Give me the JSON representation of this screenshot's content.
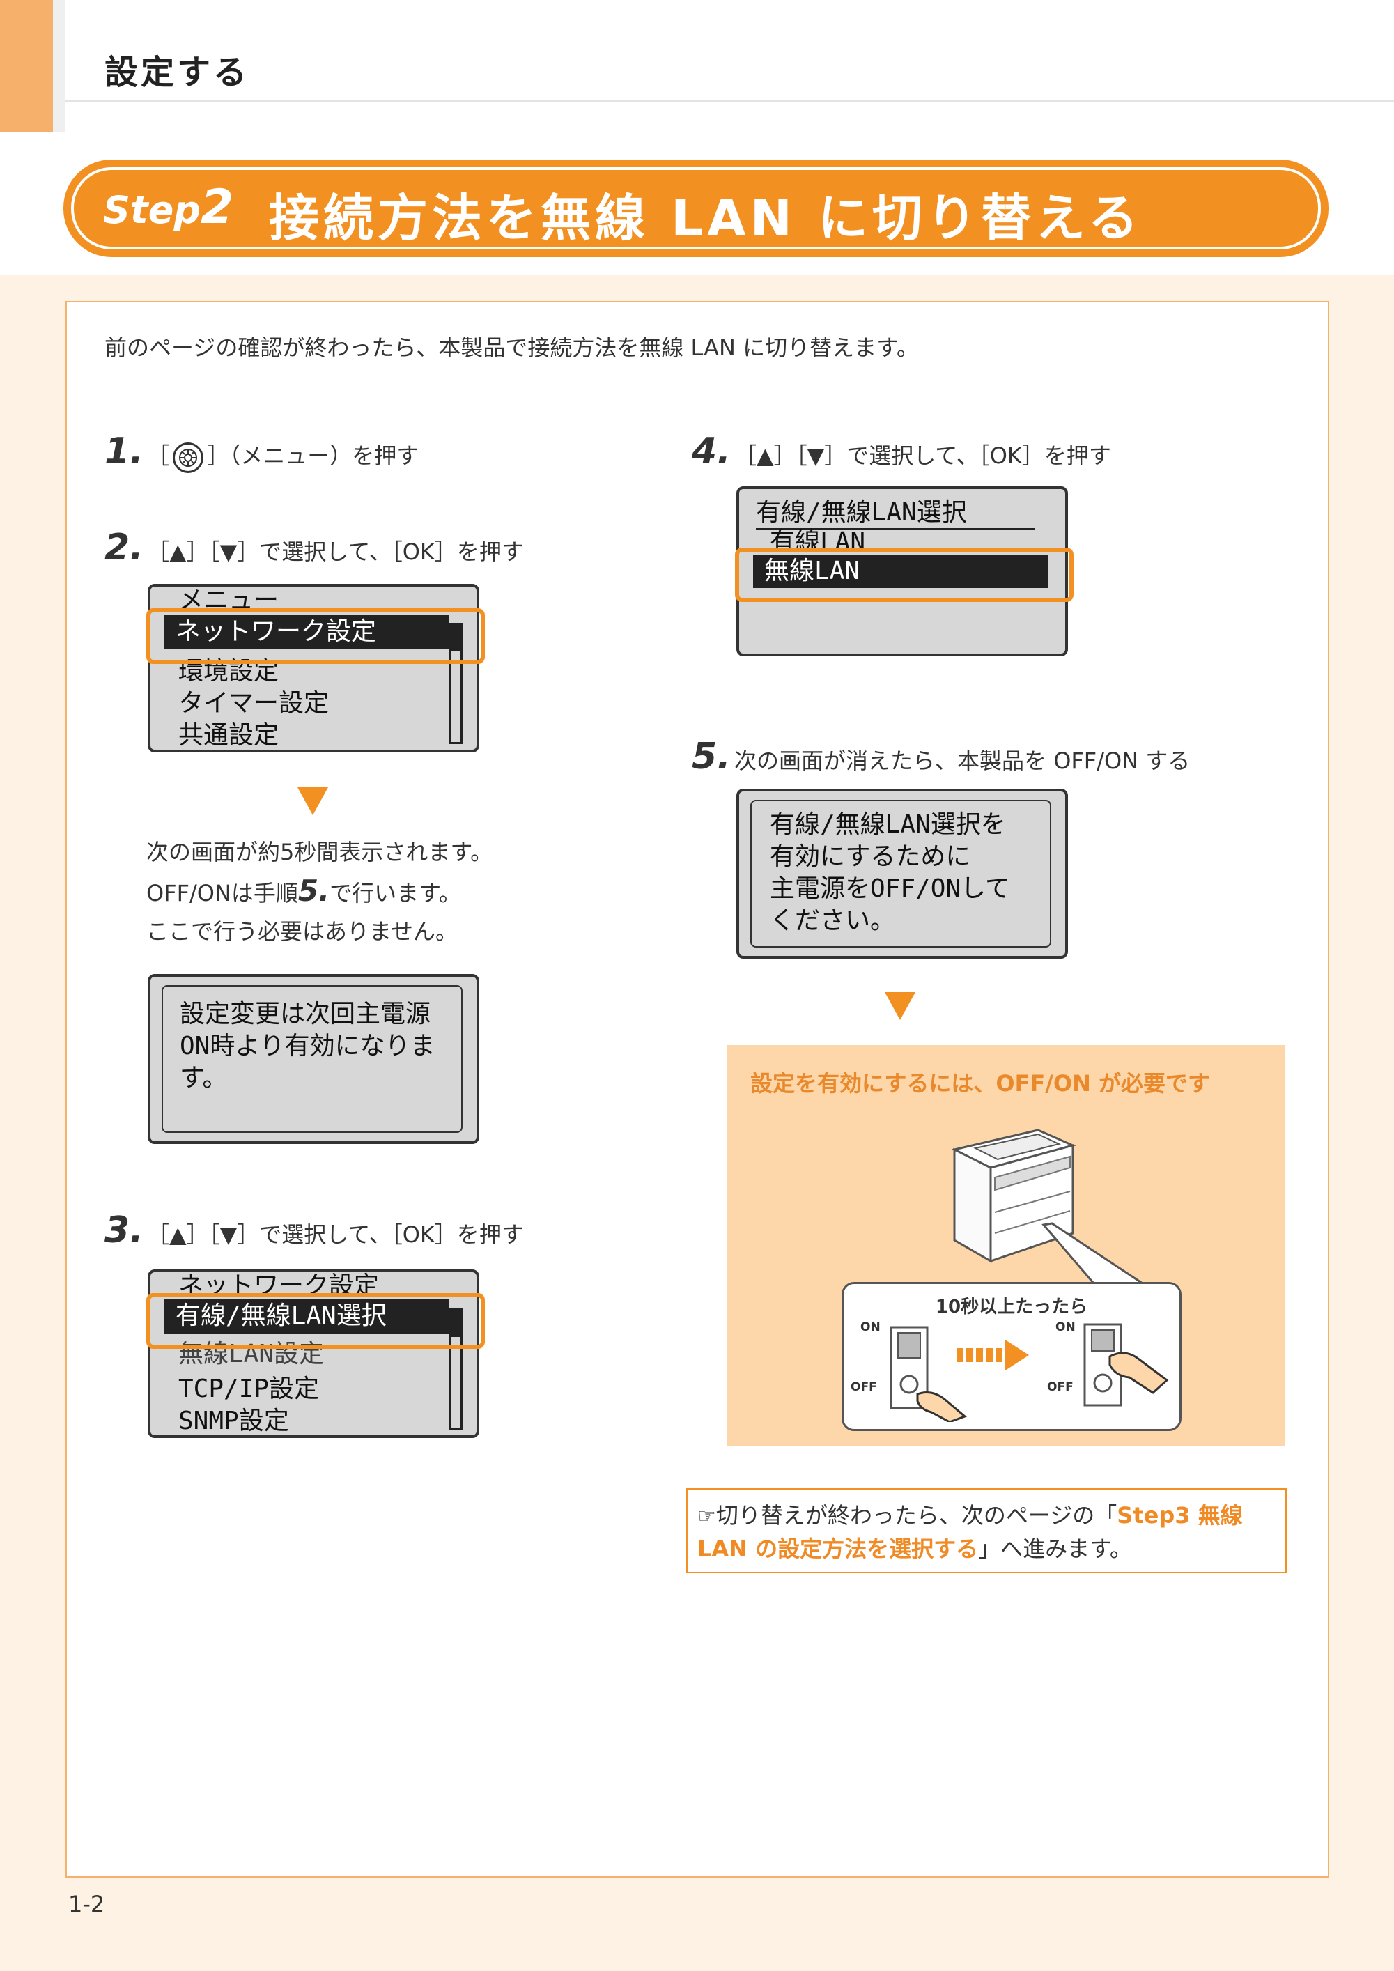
{
  "header": {
    "section_title": "設定する"
  },
  "banner": {
    "step_label": "Step",
    "step_number": "2",
    "title": "接続方法を無線 LAN に切り替える"
  },
  "intro": "前のページの確認が終わったら、本製品で接続方法を無線 LAN に切り替えます。",
  "steps": [
    {
      "num": "1.",
      "text_pre": "［",
      "text_post": "］（メニュー）を押す",
      "icon": "menu-key-icon"
    },
    {
      "num": "2.",
      "text": "［▲］［▼］で選択して、［OK］を押す"
    },
    {
      "num": "3.",
      "text": "［▲］［▼］で選択して、［OK］を押す"
    },
    {
      "num": "4.",
      "text": "［▲］［▼］で選択して、［OK］を押す"
    },
    {
      "num": "5.",
      "text": "次の画面が消えたら、本製品を OFF/ON する"
    }
  ],
  "lcd_menu": {
    "header": "メニュー",
    "selected": "ネットワーク設定",
    "lines": [
      "環境設定",
      "タイマー設定",
      "共通設定"
    ]
  },
  "notice": {
    "line1": "次の画面が約5秒間表示されます。",
    "line2_pre": "OFF/ONは手順",
    "line2_step": "5.",
    "line2_post": "で行います。",
    "line3": "ここで行う必要はありません。"
  },
  "lcd_notice": {
    "lines": [
      "設定変更は次回主電源",
      "ON時より有効になりま",
      "す。"
    ]
  },
  "lcd_network": {
    "header": "ネットワーク設定",
    "selected": "有線/無線LAN選択",
    "lines": [
      "無線LAN設定",
      "TCP/IP設定",
      "SNMP設定"
    ]
  },
  "lcd_lan": {
    "header": "有線/無線LAN選択",
    "line": "有線LAN",
    "selected": "無線LAN"
  },
  "lcd_restart": {
    "lines": [
      "有線/無線LAN選択を",
      "有効にするために",
      "主電源をOFF/ONして",
      "ください。"
    ]
  },
  "callout": {
    "title": "設定を有効にするには、OFF/ON が必要です",
    "timer": "10秒以上たったら",
    "on_label": "ON",
    "off_label": "OFF"
  },
  "reference": {
    "pre": "切り替えが終わったら、次のページの「",
    "link": "Step3 無線 LAN の設定方法を選択する",
    "post": "」へ進みます。"
  },
  "footer": {
    "page_number": "1-2"
  },
  "colors": {
    "accent": "#f29121",
    "panel_bg": "#fef2e4",
    "note_bg": "#fdd7a9",
    "lcd_bg": "#d7d7d7"
  }
}
